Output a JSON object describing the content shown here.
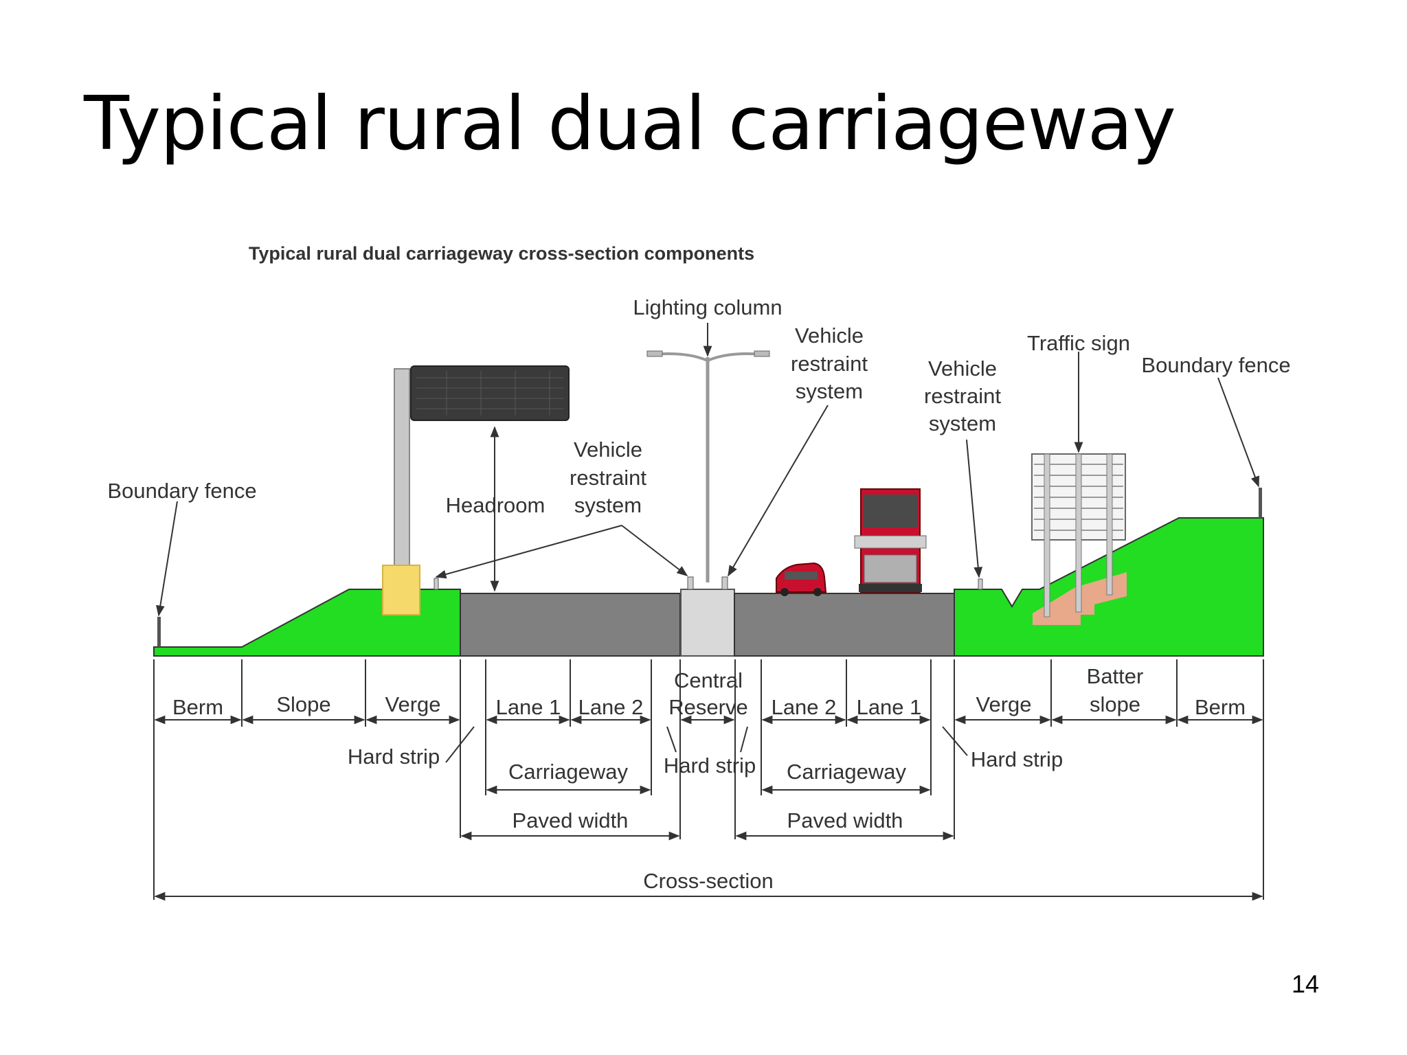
{
  "slide": {
    "title": "Typical rural dual carriageway",
    "page_number": "14"
  },
  "diagram": {
    "caption": "Typical rural dual carriageway cross-section components",
    "callouts": {
      "lighting_column": "Lighting column",
      "boundary_fence_left": "Boundary fence",
      "boundary_fence_right": "Boundary fence",
      "headroom": "Headroom",
      "traffic_sign": "Traffic sign",
      "vrs_left": [
        "Vehicle",
        "restraint",
        "system"
      ],
      "vrs_central": [
        "Vehicle",
        "restraint",
        "system"
      ],
      "vrs_right": [
        "Vehicle",
        "restraint",
        "system"
      ]
    },
    "components": {
      "berm_left": "Berm",
      "slope": "Slope",
      "verge_left": "Verge",
      "lane1_left": "Lane 1",
      "lane2_left": "Lane 2",
      "central_reserve": [
        "Central",
        "Reserve"
      ],
      "lane2_right": "Lane 2",
      "lane1_right": "Lane 1",
      "verge_right": "Verge",
      "batter_slope": [
        "Batter",
        "slope"
      ],
      "berm_right": "Berm"
    },
    "dimensions": {
      "hard_strip_left": "Hard strip",
      "hard_strip_central": "Hard strip",
      "hard_strip_right": "Hard strip",
      "carriageway_left": "Carriageway",
      "carriageway_right": "Carriageway",
      "paved_width_left": "Paved width",
      "paved_width_right": "Paved width",
      "cross_section": "Cross-section"
    },
    "colors": {
      "embankment": "#22dd22",
      "carriageway": "#808080",
      "central_reserve": "#d9d9d9",
      "sign_base": "#f5d96a",
      "sign_footing": "#e8a88a",
      "vehicle": "#c8102e"
    }
  }
}
